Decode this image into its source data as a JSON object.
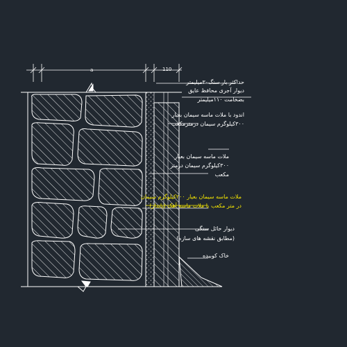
{
  "colors": {
    "background": "#212830",
    "lines": "#ffffff",
    "highlight": "#f5e600"
  },
  "dimensions": {
    "a": "a",
    "b": "110"
  },
  "annotations": [
    {
      "text": "حداکثر بار سنگ۳۰میلیمتر",
      "highlight": false
    },
    {
      "text": "دیوار آجری محافظ عایق",
      "highlight": false
    },
    {
      "text": "بضخامت ۱۱۰میلیمتر",
      "highlight": false
    },
    {
      "text": "اندود با ملات ماسه سیمان بعیار",
      "highlight": false
    },
    {
      "text": "۳۰۰کیلوگرم سیمان درمترمکعب",
      "highlight": false
    },
    {
      "text": "ملات ماسه سیمان بعیار",
      "highlight": false
    },
    {
      "text": "۳۰۰کیلوگرم سیمان درمتر",
      "highlight": false
    },
    {
      "text": "مکعب",
      "highlight": false
    },
    {
      "text": "ملات ماسه سیمان بعیار ۲۰۰کیلوگرم سیمان",
      "highlight": true
    },
    {
      "text": "در متر مکعب یا ملات ماسه آهک (پایدار)",
      "highlight": true
    },
    {
      "text": "دیوار حائل سنگی",
      "highlight": false
    },
    {
      "text": "(مطابق نقشه های سازه)",
      "highlight": false
    },
    {
      "text": "خاک کوبیده",
      "highlight": false
    }
  ]
}
